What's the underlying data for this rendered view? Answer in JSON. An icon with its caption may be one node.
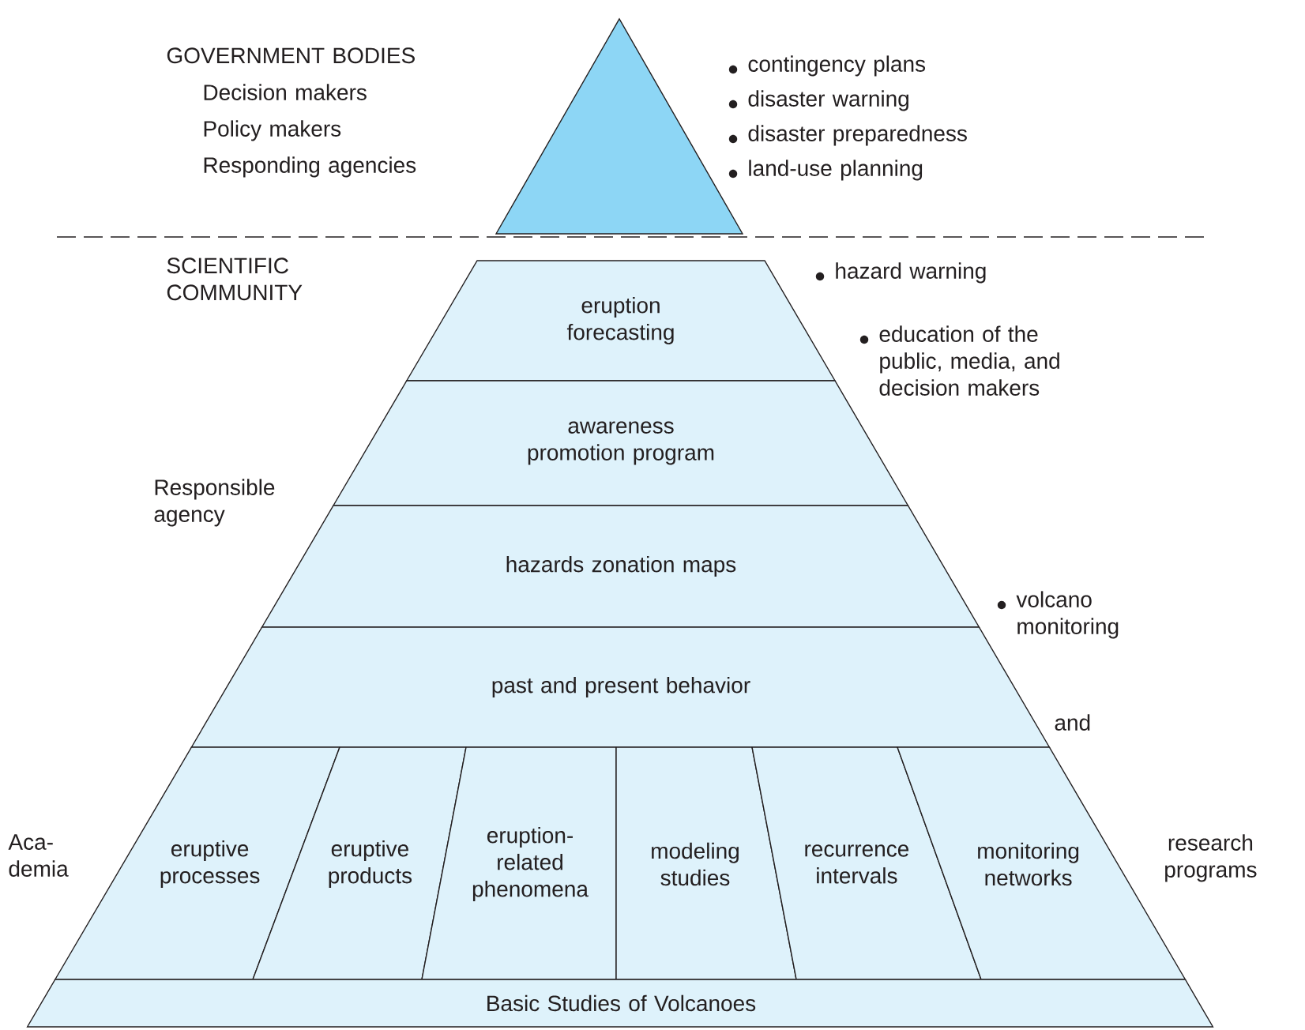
{
  "diagram": {
    "nodes": [
      {
        "text": [],
        "shape": "triangle"
      },
      {
        "text": [
          "eruption forecasting"
        ]
      },
      {
        "text": [
          "awareness promotion program"
        ]
      },
      {
        "text": [
          "hazards zonation maps"
        ]
      },
      {
        "text": [
          "past and present behavior"
        ]
      },
      {
        "text": [
          "eruptive processes"
        ]
      },
      {
        "text": [
          "eruptive products"
        ]
      },
      {
        "text": [
          "eruption- related phenomena"
        ]
      },
      {
        "text": [
          "modeling studies"
        ]
      },
      {
        "text": [
          "recurrence intervals"
        ]
      },
      {
        "text": [
          "monitoring networks"
        ]
      },
      {
        "text": [
          "Basic Studies of Volcanoes"
        ]
      }
    ],
    "labels": [
      "GOVERNMENT BODIES",
      "Decision makers",
      "Policy makers",
      "Responding agencies",
      "contingency plans",
      "disaster warning",
      "disaster preparedness",
      "land-use planning",
      "SCIENTIFIC COMMUNITY",
      "hazard warning",
      "education of the public, media, and decision makers",
      "Responsible agency",
      "volcano monitoring",
      "and",
      "Aca- demia",
      "research programs"
    ]
  }
}
